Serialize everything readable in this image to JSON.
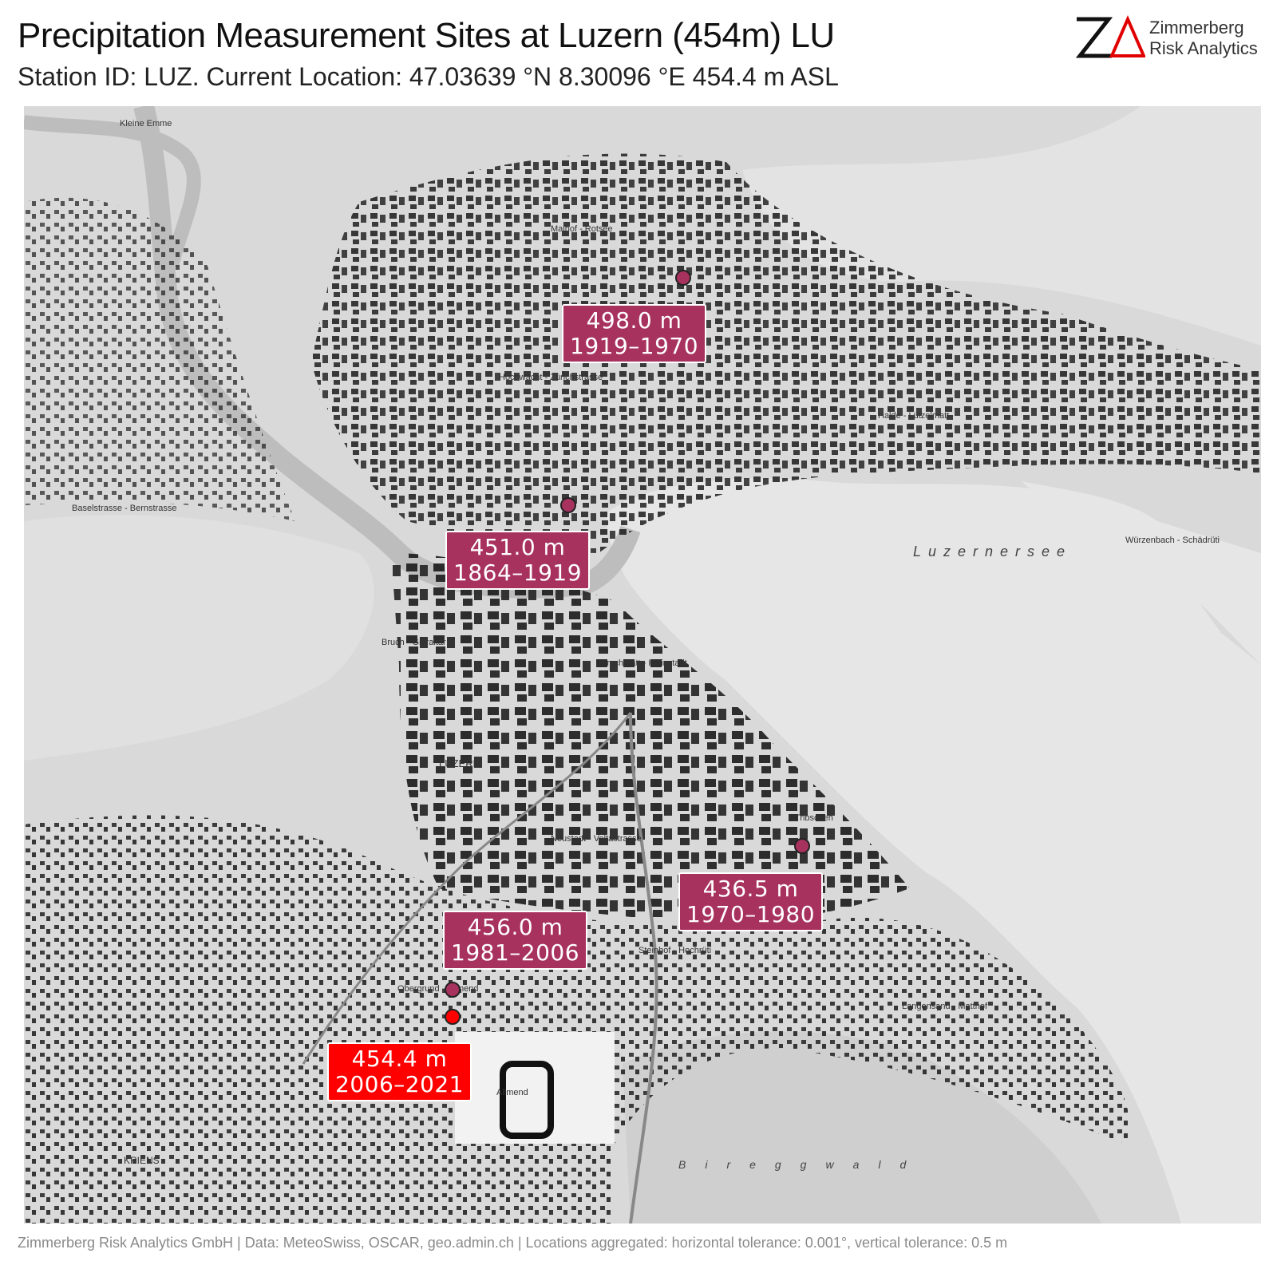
{
  "title": "Precipitation Measurement Sites at Luzern (454m) LU",
  "subtitle": "Station ID: LUZ. Current Location: 47.03639 °N  8.30096 °E 454.4 m ASL",
  "logo": {
    "mark": "ZA",
    "line1": "Zimmerberg",
    "line2": "Risk Analytics"
  },
  "colors": {
    "historic": "#a8325e",
    "current": "#ff0000",
    "water": "#e6e6e6",
    "land": "#d9d9d9",
    "building": "#1a1a1a"
  },
  "sites": [
    {
      "elevation": "498.0 m",
      "period": "1919–1970",
      "current": false
    },
    {
      "elevation": "451.0 m",
      "period": "1864–1919",
      "current": false
    },
    {
      "elevation": "436.5 m",
      "period": "1970–1980",
      "current": false
    },
    {
      "elevation": "456.0 m",
      "period": "1981–2006",
      "current": false
    },
    {
      "elevation": "454.4 m",
      "period": "2006–2021",
      "current": true
    }
  ],
  "map_labels": {
    "lake": "Luzernersee",
    "forest": "Bireggwald",
    "city": "LUZERN",
    "kriens": "KRIENS",
    "littau": "Kleine Emme",
    "hochwacht": "Hochwacht - Zürichstrasse",
    "basel": "Baselstrasse - Bernstrasse",
    "bruch": "Bruch - Gibraltar",
    "hirschmatt": "Hirschmatt - Kleinstadt",
    "neustadt": "Neustadt - Voltastrasse",
    "tribschen": "Tribschen",
    "obergrund": "Obergrund - Allmend",
    "allmend": "Allmend",
    "halde": "Halde - Lützelmatt",
    "wuerzenbach": "Würzenbach - Schädrüti",
    "matthof": "Maihof - Rotsee",
    "langensand": "Langensand - Matthof",
    "steinhof": "Steinhof - Hochrüti"
  },
  "footer": "Zimmerberg Risk Analytics GmbH | Data: MeteoSwiss, OSCAR, geo.admin.ch | Locations aggregated: horizontal tolerance: 0.001°,  vertical tolerance: 0.5 m"
}
